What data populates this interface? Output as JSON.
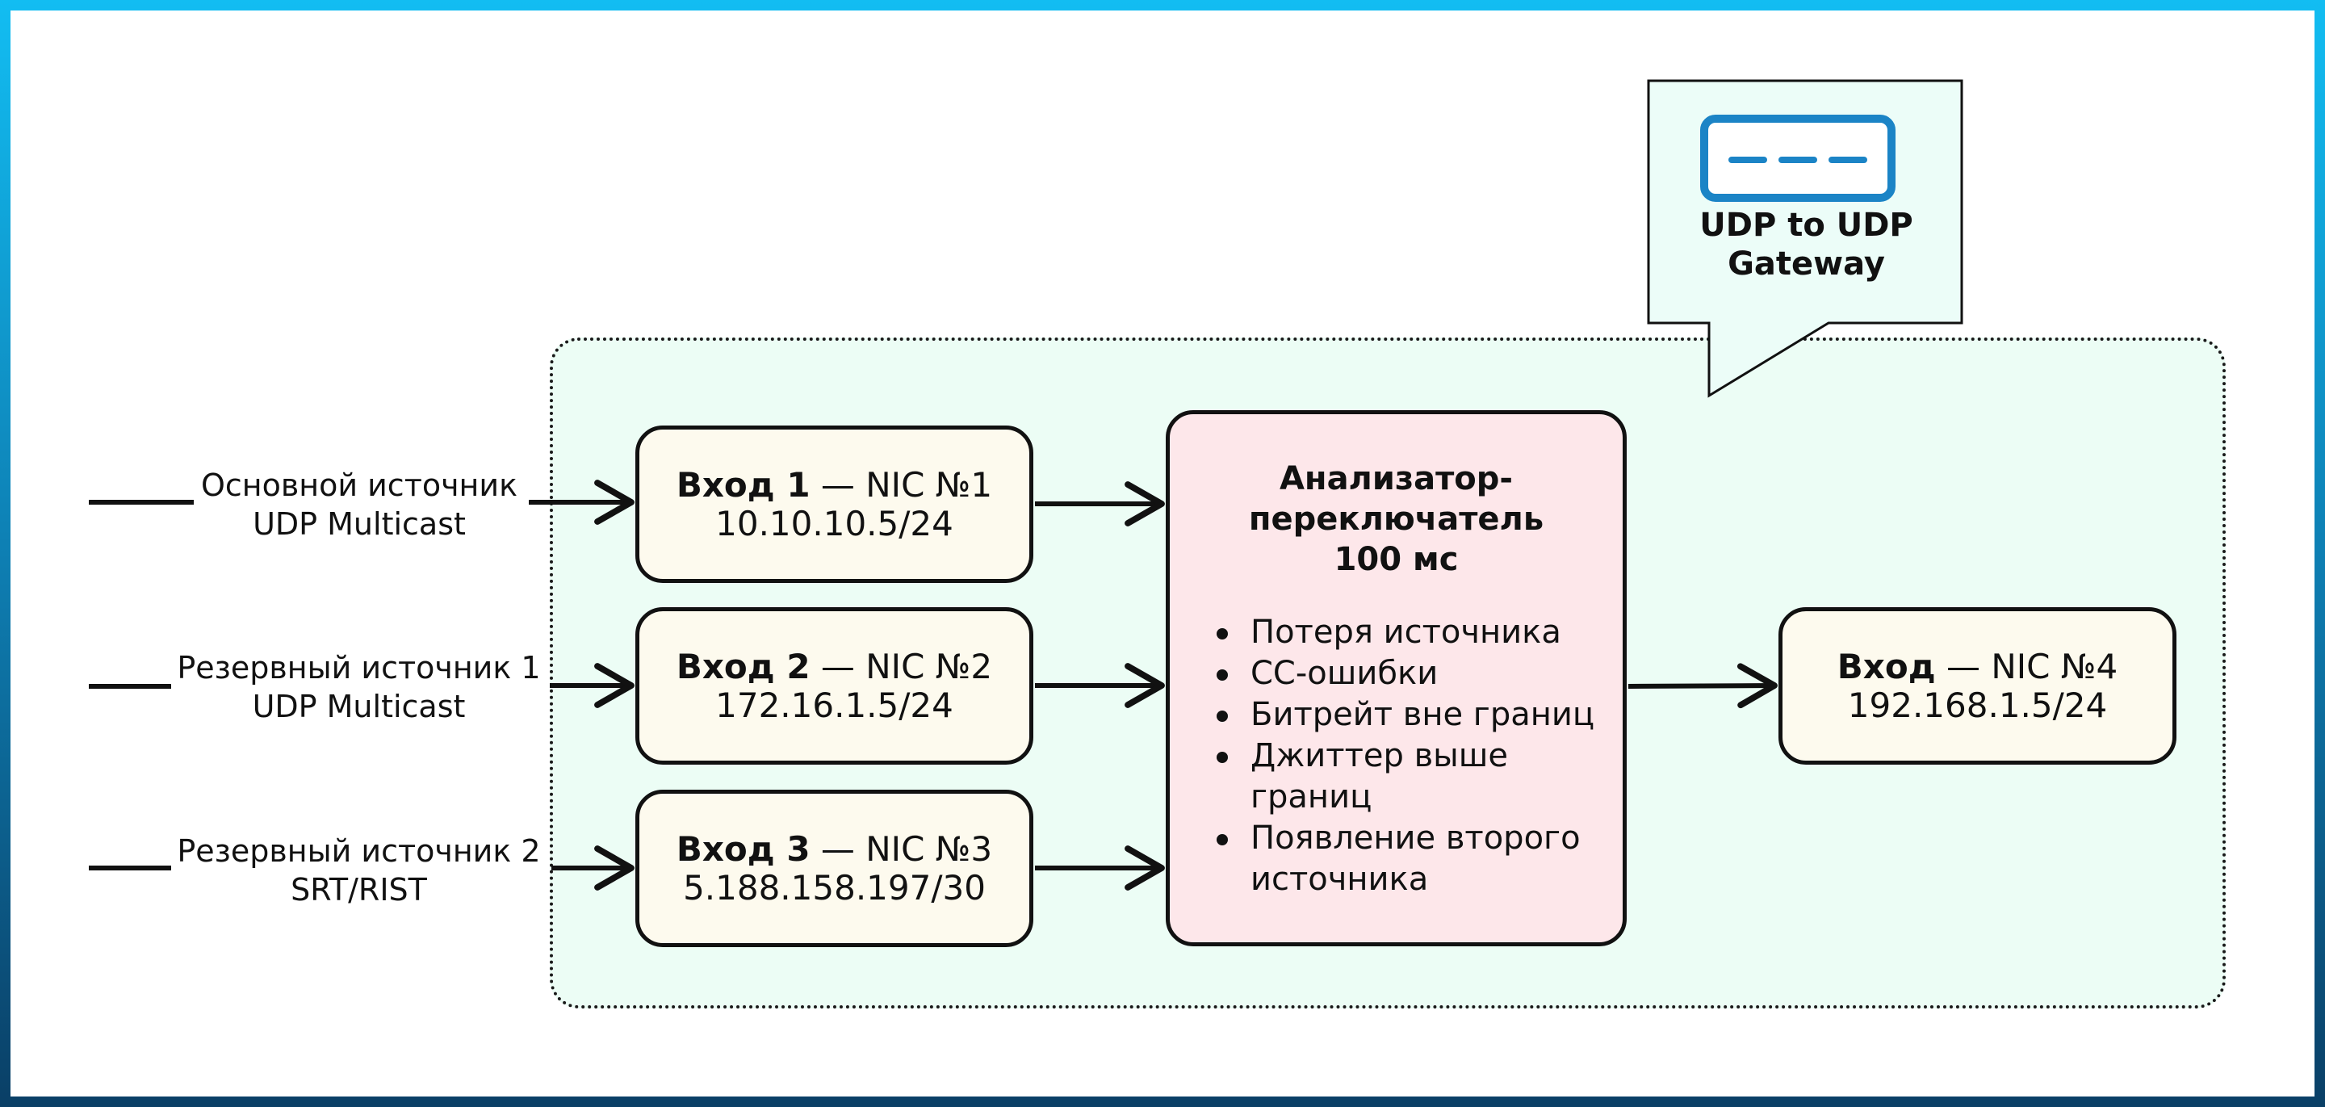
{
  "callout": {
    "label_line1": "UDP to UDP",
    "label_line2": "Gateway",
    "icon": "gateway-device-icon",
    "colors": {
      "fill": "#ecfdf8",
      "icon_stroke": "#1b84c6",
      "icon_dash": "#1b84c6"
    }
  },
  "sources": [
    {
      "line1": "Основной источник",
      "line2": "UDP Multicast"
    },
    {
      "line1": "Резервный источник 1",
      "line2": "UDP Multicast"
    },
    {
      "line1": "Резервный источник 2",
      "line2": "SRT/RIST"
    }
  ],
  "inputs": [
    {
      "name": "Вход 1",
      "nic": " — NIC №1",
      "ip": "10.10.10.5/24"
    },
    {
      "name": "Вход 2",
      "nic": " — NIC №2",
      "ip": "172.16.1.5/24"
    },
    {
      "name": "Вход 3",
      "nic": " — NIC №3",
      "ip": "5.188.158.197/30"
    }
  ],
  "analyzer": {
    "title_line1": "Анализатор-",
    "title_line2": "переключатель",
    "title_line3": "100 мс",
    "conditions": [
      "Потеря источника",
      "CC-ошибки",
      "Битрейт вне границ",
      "Джиттер выше границ",
      "Появление второго источника"
    ]
  },
  "output": {
    "name": "Вход",
    "nic": " — NIC №4",
    "ip": "192.168.1.5/24"
  },
  "colors": {
    "frame_gradient_top": "#12bdf2",
    "frame_gradient_bottom": "#0a3f66",
    "container_fill": "#ecfdf5",
    "input_box_fill": "#fdfaee",
    "analyzer_fill": "#fde7ea",
    "stroke": "#111111"
  }
}
